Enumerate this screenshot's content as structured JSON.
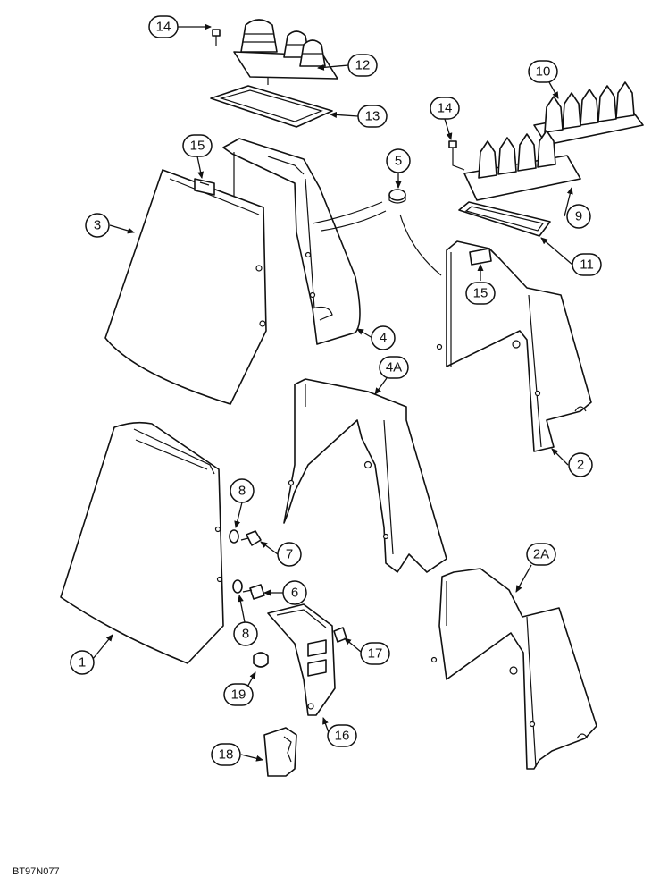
{
  "figure_id": "BT97N077",
  "callouts": [
    {
      "id": "c14a",
      "label": "14"
    },
    {
      "id": "c12",
      "label": "12"
    },
    {
      "id": "c13",
      "label": "13"
    },
    {
      "id": "c15a",
      "label": "15"
    },
    {
      "id": "c3",
      "label": "3"
    },
    {
      "id": "c4",
      "label": "4"
    },
    {
      "id": "c5",
      "label": "5"
    },
    {
      "id": "c10",
      "label": "10"
    },
    {
      "id": "c14b",
      "label": "14"
    },
    {
      "id": "c9",
      "label": "9"
    },
    {
      "id": "c11",
      "label": "11"
    },
    {
      "id": "c15b",
      "label": "15"
    },
    {
      "id": "c2",
      "label": "2"
    },
    {
      "id": "c4A",
      "label": "4A"
    },
    {
      "id": "c8a",
      "label": "8"
    },
    {
      "id": "c7",
      "label": "7"
    },
    {
      "id": "c6",
      "label": "6"
    },
    {
      "id": "c8b",
      "label": "8"
    },
    {
      "id": "c1",
      "label": "1"
    },
    {
      "id": "c2A",
      "label": "2A"
    },
    {
      "id": "c17",
      "label": "17"
    },
    {
      "id": "c19",
      "label": "19"
    },
    {
      "id": "c16",
      "label": "16"
    },
    {
      "id": "c18",
      "label": "18"
    }
  ]
}
